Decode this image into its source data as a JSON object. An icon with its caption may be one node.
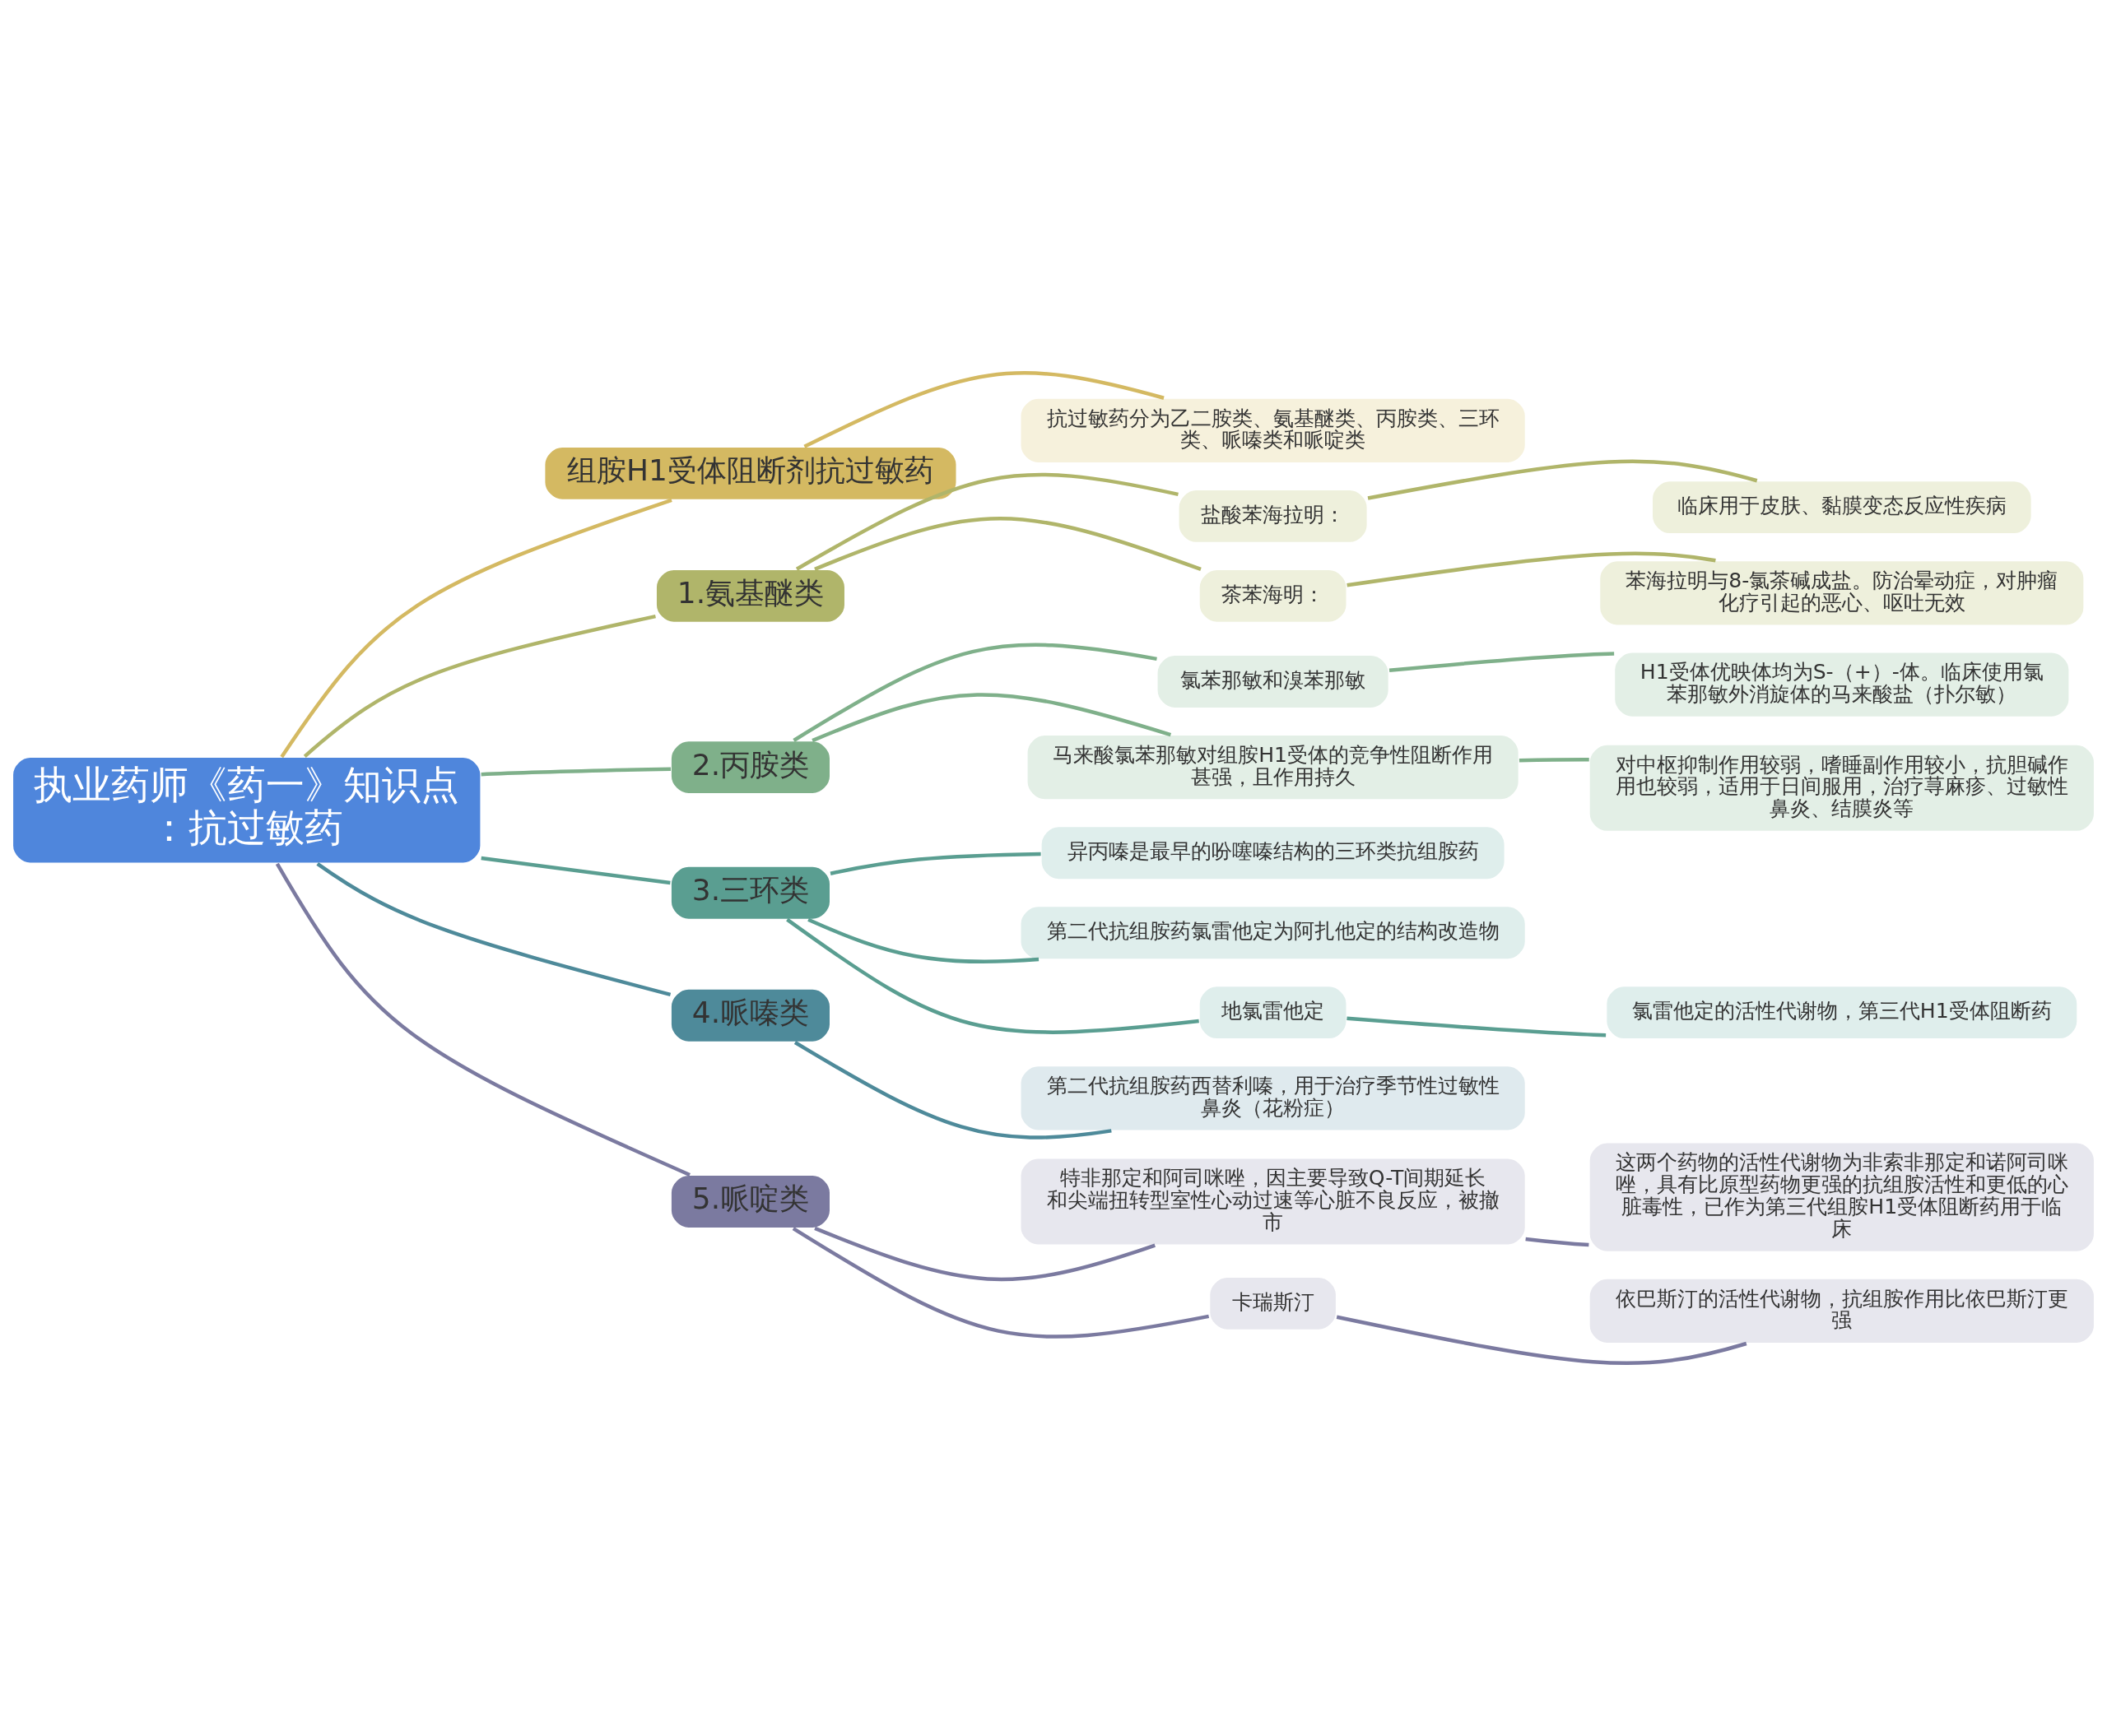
{
  "diagram": {
    "nodes": [
      {
        "text": [
          "执业药师《药一》知识点：抗过敏药"
        ]
      },
      {
        "text": [
          "组胺H1受体阻断剂抗过敏药"
        ]
      },
      {
        "text": [
          "抗过敏药分为乙二胺类、氨基醚类、丙胺类、三环类、哌嗪类和哌啶类"
        ]
      },
      {
        "text": [
          "1.氨基醚类"
        ]
      },
      {
        "text": [
          "盐酸苯海拉明："
        ]
      },
      {
        "text": [
          "临床用于皮肤、黏膜变态反应性疾病"
        ]
      },
      {
        "text": [
          "茶苯海明："
        ]
      },
      {
        "text": [
          "苯海拉明与8-氯茶碱成盐。防治晕动症，对肿瘤化疗引起的恶心、呕吐无效"
        ]
      },
      {
        "text": [
          "2.丙胺类"
        ]
      },
      {
        "text": [
          "氯苯那敏和溴苯那敏"
        ]
      },
      {
        "text": [
          "H1受体优映体均为S-（+）-体。临床使用氯苯那敏外消旋体的马来酸盐（扑尔敏）"
        ]
      },
      {
        "text": [
          "马来酸氯苯那敏对组胺H1受体的竞争性阻断作用甚强，且作用持久"
        ]
      },
      {
        "text": [
          "对中枢抑制作用较弱，嗜睡副作用较小，抗胆碱作用也较弱，适用于日间服用，治疗荨麻疹、过敏性鼻炎、结膜炎等"
        ]
      },
      {
        "text": [
          "3.三环类"
        ]
      },
      {
        "text": [
          "异丙嗪是最早的吩噻嗪结构的三环类抗组胺药"
        ]
      },
      {
        "text": [
          "第二代抗组胺药氯雷他定为阿扎他定的结构改造物"
        ]
      },
      {
        "text": [
          "地氯雷他定"
        ]
      },
      {
        "text": [
          "氯雷他定的活性代谢物，第三代H1受体阻断药"
        ]
      },
      {
        "text": [
          "4.哌嗪类"
        ]
      },
      {
        "text": [
          "第二代抗组胺药西替利嗪，用于治疗季节性过敏性鼻炎（花粉症）"
        ]
      },
      {
        "text": [
          "5.哌啶类"
        ]
      },
      {
        "text": [
          "特非那定和阿司咪唑，因主要导致Q-T间期延长和尖端扭转型室性心动过速等心脏不良反应，被撤市"
        ]
      },
      {
        "text": [
          "这两个药物的活性代谢物为非索非那定和诺阿司咪唑，具有比原型药物更强的抗组胺活性和更低的心脏毒性，已作为第三代组胺H1受体阻断药用于临床"
        ]
      },
      {
        "text": [
          "卡瑞斯汀"
        ]
      },
      {
        "text": [
          "依巴斯汀的活性代谢物，抗组胺作用比依巴斯汀更强"
        ]
      }
    ],
    "edges": [
      {
        "from": 0,
        "to": 1,
        "arrow": "none",
        "color": "#d4b962"
      },
      {
        "from": 1,
        "to": 2,
        "arrow": "none",
        "color": "#d4b962"
      },
      {
        "from": 0,
        "to": 3,
        "arrow": "none",
        "color": "#b0b56a"
      },
      {
        "from": 3,
        "to": 4,
        "arrow": "none",
        "color": "#b0b56a"
      },
      {
        "from": 4,
        "to": 5,
        "arrow": "none",
        "color": "#b0b56a"
      },
      {
        "from": 3,
        "to": 6,
        "arrow": "none",
        "color": "#b0b56a"
      },
      {
        "from": 6,
        "to": 7,
        "arrow": "none",
        "color": "#b0b56a"
      },
      {
        "from": 0,
        "to": 8,
        "arrow": "none",
        "color": "#7fb08a"
      },
      {
        "from": 8,
        "to": 9,
        "arrow": "none",
        "color": "#7fb08a"
      },
      {
        "from": 9,
        "to": 10,
        "arrow": "none",
        "color": "#7fb08a"
      },
      {
        "from": 8,
        "to": 11,
        "arrow": "none",
        "color": "#7fb08a"
      },
      {
        "from": 11,
        "to": 12,
        "arrow": "none",
        "color": "#7fb08a"
      },
      {
        "from": 0,
        "to": 13,
        "arrow": "none",
        "color": "#5a9e91"
      },
      {
        "from": 13,
        "to": 14,
        "arrow": "none",
        "color": "#5a9e91"
      },
      {
        "from": 13,
        "to": 15,
        "arrow": "none",
        "color": "#5a9e91"
      },
      {
        "from": 13,
        "to": 16,
        "arrow": "none",
        "color": "#5a9e91"
      },
      {
        "from": 16,
        "to": 17,
        "arrow": "none",
        "color": "#5a9e91"
      },
      {
        "from": 0,
        "to": 18,
        "arrow": "none",
        "color": "#4e8a9a"
      },
      {
        "from": 18,
        "to": 19,
        "arrow": "none",
        "color": "#4e8a9a"
      },
      {
        "from": 0,
        "to": 20,
        "arrow": "none",
        "color": "#7b7aa0"
      },
      {
        "from": 20,
        "to": 21,
        "arrow": "none",
        "color": "#7b7aa0"
      },
      {
        "from": 21,
        "to": 22,
        "arrow": "none",
        "color": "#7b7aa0"
      },
      {
        "from": 20,
        "to": 23,
        "arrow": "none",
        "color": "#7b7aa0"
      },
      {
        "from": 23,
        "to": 24,
        "arrow": "none",
        "color": "#7b7aa0"
      }
    ]
  }
}
